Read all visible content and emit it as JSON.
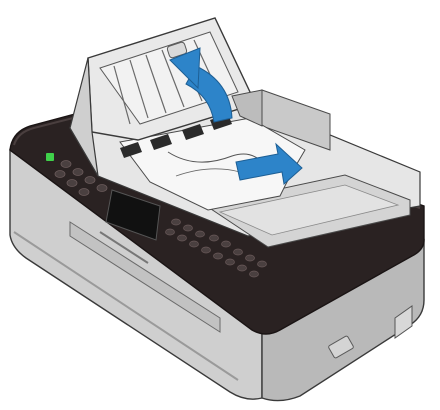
{
  "illustration": {
    "subject": "printer-adf-paper-jam",
    "colors": {
      "body_light": "#dcdcdc",
      "body_mid": "#bdbdbd",
      "body_shadow": "#9a9a9a",
      "panel_dark": "#2a2222",
      "panel_top": "#3a3030",
      "cover_light": "#e9e9e9",
      "cover_dark": "#8f8f8f",
      "paper": "#f7f7f7",
      "arrow_blue": "#2d84c9",
      "power_led": "#3fd14a",
      "screen": "#111111",
      "outline": "#3a3a3a"
    },
    "indicators": {
      "open_cover_arrow": "curved-up-arrow",
      "pull_paper_arrow": "right-arrow"
    }
  }
}
